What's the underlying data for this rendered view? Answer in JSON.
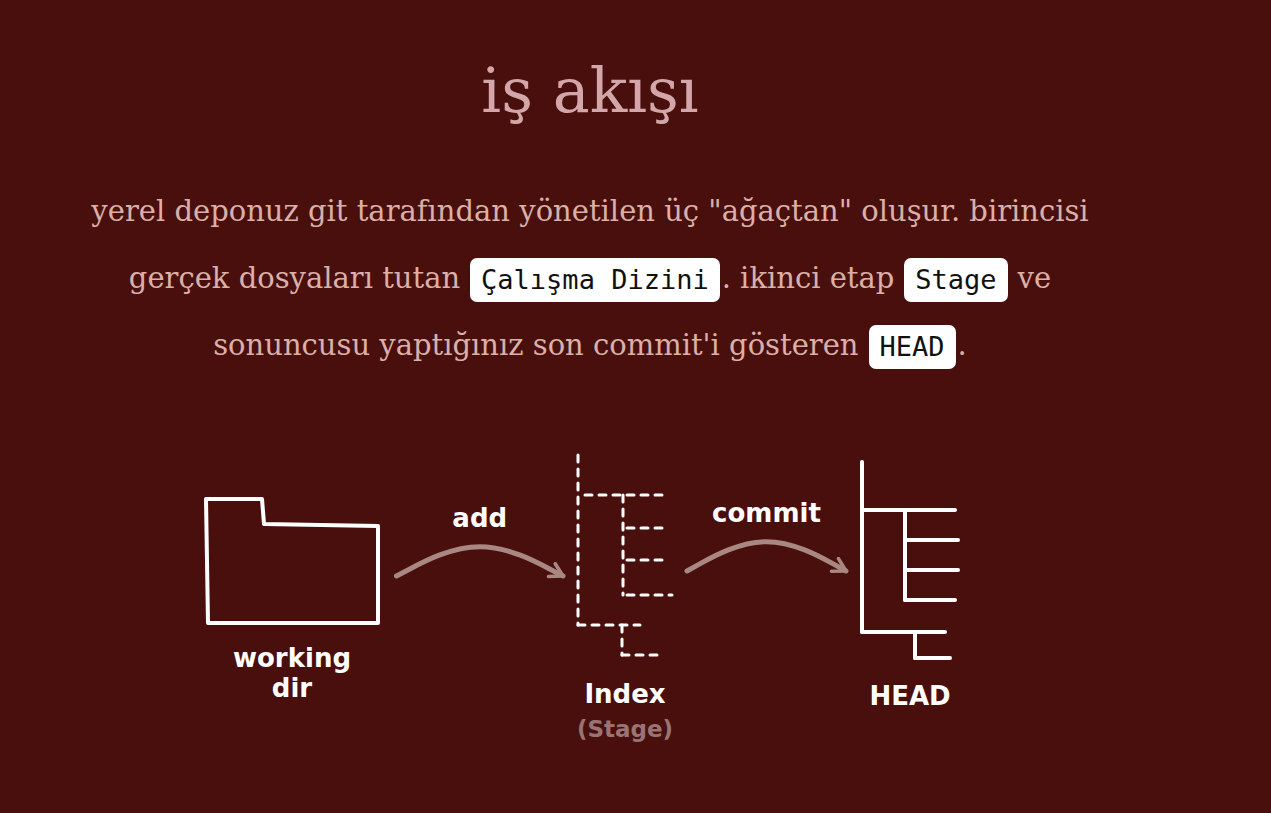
{
  "diagram": {
    "title": "iş akışı",
    "nodes": [
      {
        "text": [
          "Çalışma Dizini"
        ]
      },
      {
        "text": [
          "Stage"
        ]
      },
      {
        "text": [
          "HEAD"
        ]
      },
      {
        "text": [
          "working dir"
        ]
      },
      {
        "text": [
          "Index",
          "(Stage)"
        ]
      },
      {
        "text": [
          "HEAD"
        ]
      }
    ],
    "edges": [
      {
        "from": 3,
        "to": 4,
        "arrow": "to",
        "label": "add"
      },
      {
        "from": 4,
        "to": 5,
        "arrow": "to",
        "label": "commit"
      }
    ],
    "labels": [
      "yerel deponuz git tarafından yönetilen üç \"ağaçtan\" oluşur. birincisi gerçek dosyaları tutan",
      ". ikinci etap",
      "ve sonuncusu yaptığınız son commit'i gösteren",
      "."
    ]
  }
}
